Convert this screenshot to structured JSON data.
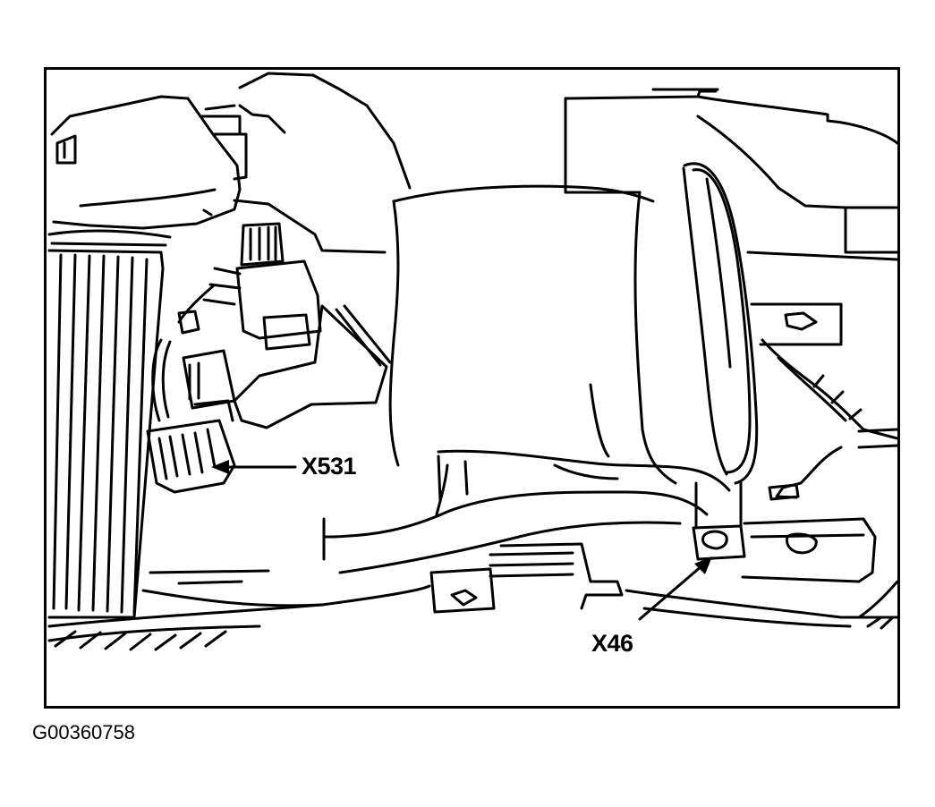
{
  "figure": {
    "id": "G00360758",
    "callouts": [
      {
        "key": "x531",
        "text": "X531"
      },
      {
        "key": "x46",
        "text": "X46"
      }
    ]
  },
  "colors": {
    "line": "#000000",
    "background": "#ffffff"
  }
}
